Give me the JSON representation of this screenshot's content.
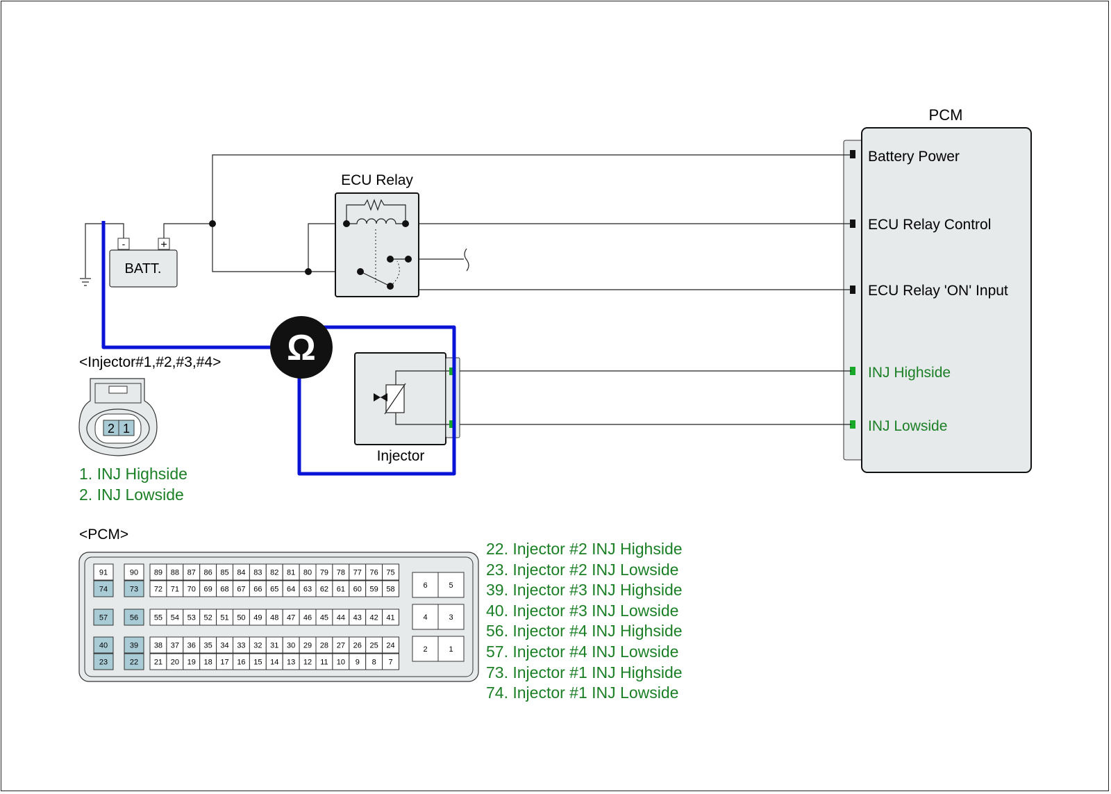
{
  "colors": {
    "signal_text": "#1a7f25",
    "meter_wire": "#0a14d6",
    "highlight_pin": "#a9cbd6",
    "component_fill": "#e6eaeb",
    "green_pin": "#1aa82a"
  },
  "icons": {
    "meter": "ohmmeter-icon",
    "ground": "ground-icon",
    "resistor": "resistor-icon",
    "coil": "coil-icon",
    "solenoid": "solenoid-icon"
  },
  "pcm": {
    "title": "PCM",
    "pins": [
      {
        "label": "Battery Power",
        "type": "power"
      },
      {
        "label": "ECU Relay Control",
        "type": "power"
      },
      {
        "label": "ECU Relay 'ON' Input",
        "type": "power"
      },
      {
        "label": "INJ Highside",
        "type": "signal"
      },
      {
        "label": "INJ Lowside",
        "type": "signal"
      }
    ]
  },
  "components": {
    "battery": {
      "label": "BATT.",
      "minus": "-",
      "plus": "+"
    },
    "ecu_relay": {
      "label": "ECU Relay"
    },
    "injector": {
      "label": "Injector"
    },
    "meter": {
      "symbol": "Ω"
    }
  },
  "injector_connector": {
    "title": "<Injector#1,#2,#3,#4>",
    "pins": [
      "2",
      "1"
    ],
    "pin_list": [
      "1. INJ Highside",
      "2. INJ Lowside"
    ]
  },
  "pcm_connector": {
    "title": "<PCM>",
    "left_pins": [
      [
        "91",
        "74"
      ],
      [
        "57"
      ],
      [
        "40",
        "23"
      ]
    ],
    "left_pins_b": [
      [
        "90",
        "73"
      ],
      [
        "56"
      ],
      [
        "39",
        "22"
      ]
    ],
    "highlight": [
      "74",
      "57",
      "40",
      "23",
      "73",
      "56",
      "39",
      "22"
    ],
    "main_rows": [
      [
        "89",
        "88",
        "87",
        "86",
        "85",
        "84",
        "83",
        "82",
        "81",
        "80",
        "79",
        "78",
        "77",
        "76",
        "75"
      ],
      [
        "72",
        "71",
        "70",
        "69",
        "68",
        "67",
        "66",
        "65",
        "64",
        "63",
        "62",
        "61",
        "60",
        "59",
        "58"
      ],
      [
        "55",
        "54",
        "53",
        "52",
        "51",
        "50",
        "49",
        "48",
        "47",
        "46",
        "45",
        "44",
        "43",
        "42",
        "41"
      ],
      [
        "38",
        "37",
        "36",
        "35",
        "34",
        "33",
        "32",
        "31",
        "30",
        "29",
        "28",
        "27",
        "26",
        "25",
        "24"
      ],
      [
        "21",
        "20",
        "19",
        "18",
        "17",
        "16",
        "15",
        "14",
        "13",
        "12",
        "11",
        "10",
        "9",
        "8",
        "7"
      ]
    ],
    "side_pins": [
      [
        "6",
        "5"
      ],
      [
        "4",
        "3"
      ],
      [
        "2",
        "1"
      ]
    ],
    "pin_list": [
      "22. Injector #2 INJ Highside",
      "23. Injector #2 INJ Lowside",
      "39. Injector #3 INJ Highside",
      "40. Injector #3 INJ Lowside",
      "56. Injector #4 INJ Highside",
      "57. Injector #4 INJ Lowside",
      "73. Injector #1 INJ Highside",
      "74. Injector #1 INJ Lowside"
    ]
  }
}
